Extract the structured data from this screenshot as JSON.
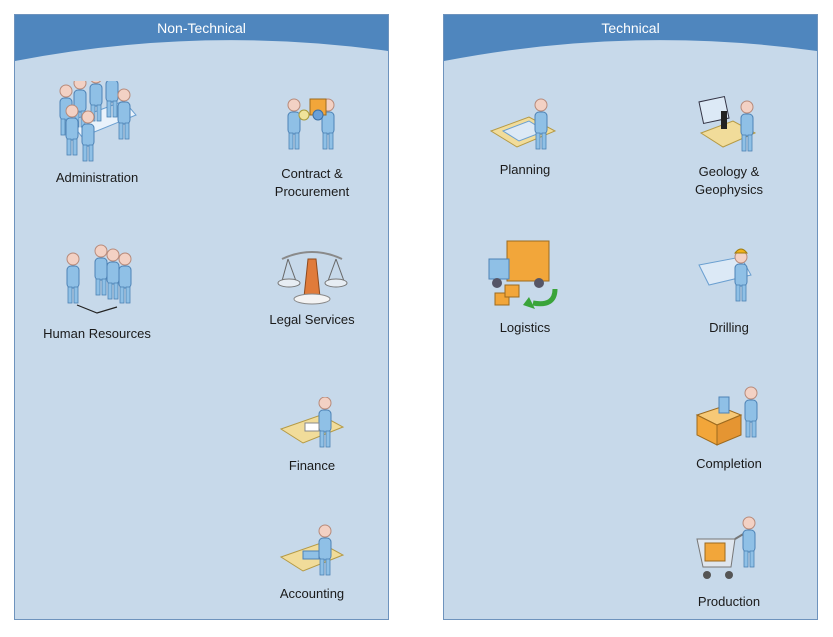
{
  "panels": {
    "left": {
      "title": "Non-Technical",
      "items": [
        {
          "label": "Administration",
          "icon": "meeting-icon"
        },
        {
          "label": "Contract &\nProcurement",
          "icon": "handshake-icon"
        },
        {
          "label": "Human Resources",
          "icon": "org-people-icon"
        },
        {
          "label": "Legal Services",
          "icon": "scales-icon"
        },
        {
          "label": "Finance",
          "icon": "desk-worker-icon"
        },
        {
          "label": "Accounting",
          "icon": "desk-worker-icon"
        }
      ]
    },
    "right": {
      "title": "Technical",
      "items": [
        {
          "label": "Planning",
          "icon": "planner-icon"
        },
        {
          "label": "Geology &\nGeophysics",
          "icon": "microscope-icon"
        },
        {
          "label": "Logistics",
          "icon": "truck-icon"
        },
        {
          "label": "Drilling",
          "icon": "blueprint-worker-icon"
        },
        {
          "label": "Completion",
          "icon": "box-worker-icon"
        },
        {
          "label": "Production",
          "icon": "cart-worker-icon"
        }
      ]
    }
  },
  "colors": {
    "panel_fill": "#c7d9ea",
    "banner": "#4f86be",
    "border": "#6e93bd",
    "figure": "#8fc0e6",
    "figure_dark": "#5a91c4"
  }
}
